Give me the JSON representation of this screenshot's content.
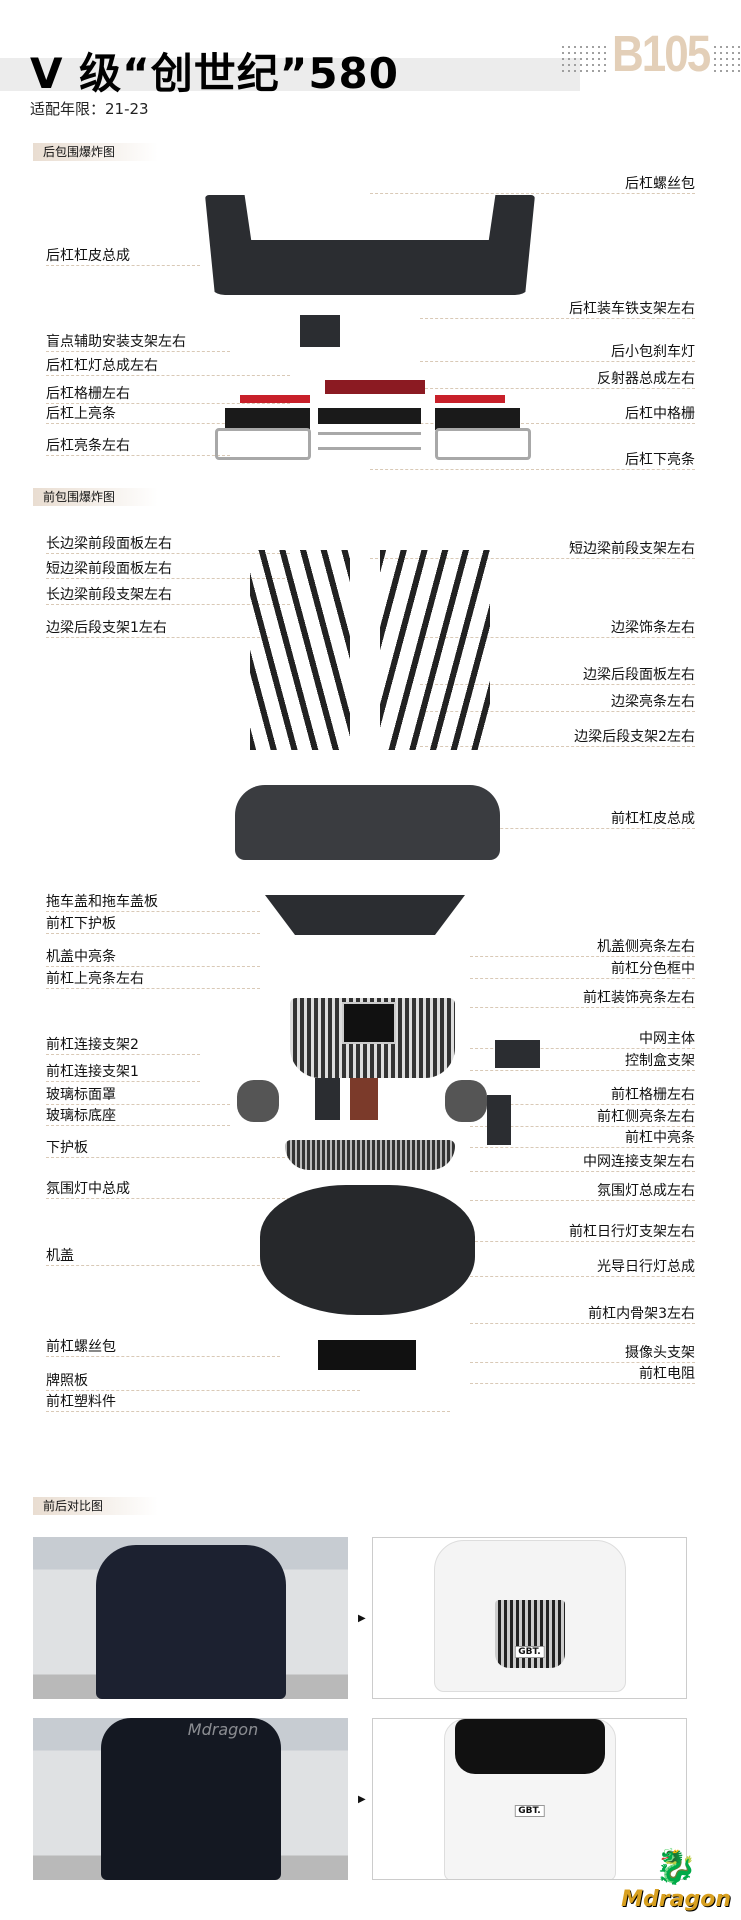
{
  "header": {
    "title": "V 级“创世纪”580",
    "fit_years": "适配年限：21-23",
    "code": "B105"
  },
  "rear_section": {
    "title": "后包围爆炸图",
    "left_labels": [
      "后杠杠皮总成",
      "盲点辅助安装支架左右",
      "后杠杠灯总成左右",
      "后杠格栅左右",
      "后杠上亮条",
      "后杠亮条左右"
    ],
    "right_labels": [
      "后杠螺丝包",
      "后杠装车铁支架左右",
      "后小包刹车灯",
      "反射器总成左右",
      "后杠中格栅",
      "后杠下亮条"
    ]
  },
  "front_section": {
    "title": "前包围爆炸图",
    "left_labels": [
      "长边梁前段面板左右",
      "短边梁前段面板左右",
      "长边梁前段支架左右",
      "边梁后段支架1左右",
      "拖车盖和拖车盖板",
      "前杠下护板",
      "机盖中亮条",
      "前杠上亮条左右",
      "前杠连接支架2",
      "前杠连接支架1",
      "玻璃标面罩",
      "玻璃标底座",
      "下护板",
      "氛围灯中总成",
      "机盖",
      "前杠螺丝包",
      "牌照板",
      "前杠塑料件"
    ],
    "right_labels": [
      "短边梁前段支架左右",
      "边梁饰条左右",
      "边梁后段面板左右",
      "边梁亮条左右",
      "边梁后段支架2左右",
      "前杠杠皮总成",
      "机盖侧亮条左右",
      "前杠分色框中",
      "前杠装饰亮条左右",
      "中网主体",
      "控制盒支架",
      "前杠格栅左右",
      "前杠侧亮条左右",
      "前杠中亮条",
      "中网连接支架左右",
      "氛围灯总成左右",
      "前杠日行灯支架左右",
      "光导日行灯总成",
      "前杠内骨架3左右",
      "摄像头支架",
      "前杠电阻"
    ]
  },
  "compare_section": {
    "title": "前后对比图",
    "plate_text": "GBT.",
    "watermark": "Mdragon"
  },
  "brand": {
    "logo_text": "Mdragon"
  }
}
